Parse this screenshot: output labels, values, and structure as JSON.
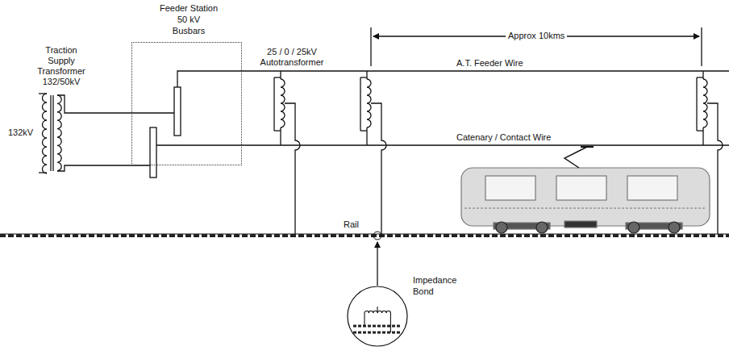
{
  "diagram": {
    "nodes": [
      {
        "text": [
          "Feeder Station",
          "50 kV Busbars"
        ]
      },
      {
        "text": [
          "Impedance Bond"
        ]
      }
    ],
    "labels": [
      "Traction Supply Transformer 132/50kV",
      "132kV",
      "25 / 0 / 25kV Autotransformer",
      "Approx 10kms",
      "A.T. Feeder Wire",
      "Catenary / Contact Wire",
      "Rail"
    ]
  }
}
